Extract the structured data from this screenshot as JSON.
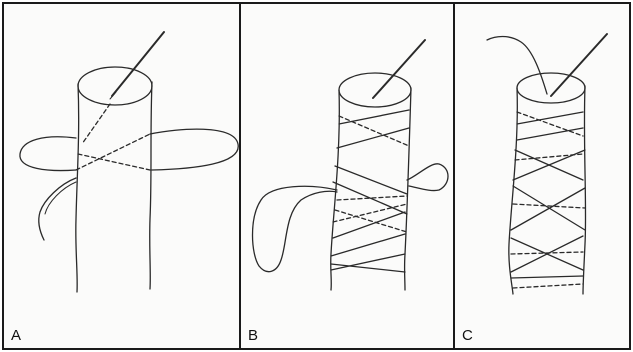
{
  "panels": [
    {
      "id": "A",
      "label": "A"
    },
    {
      "id": "B",
      "label": "B"
    },
    {
      "id": "C",
      "label": "C"
    }
  ],
  "colors": {
    "line": "#2a2a2a",
    "paper": "#fbfbfa",
    "border": "#1a1a1a"
  }
}
